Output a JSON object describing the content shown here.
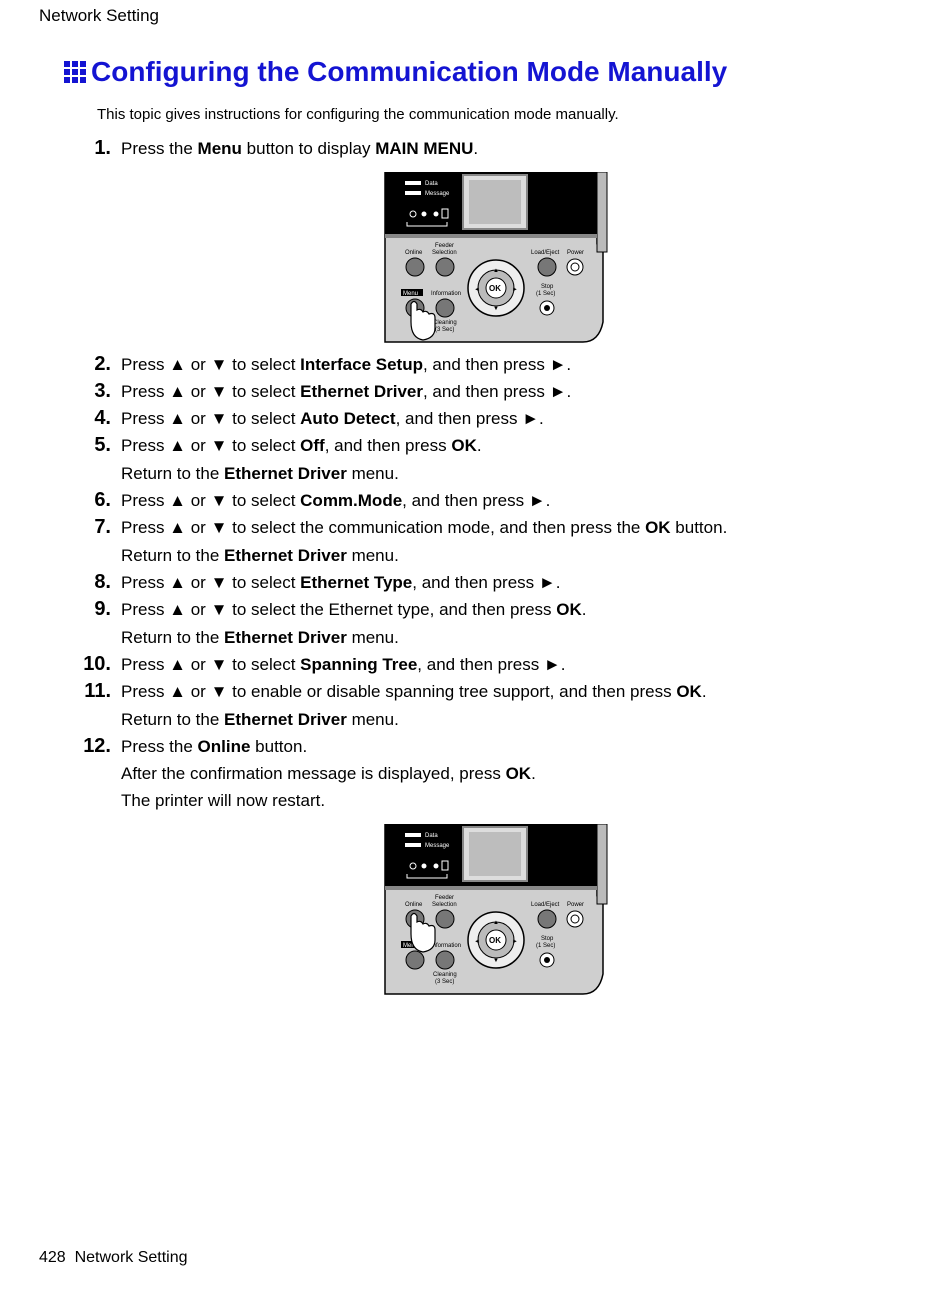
{
  "header": {
    "section": "Network Setting"
  },
  "title": "Configuring the Communication Mode Manually",
  "intro": "This topic gives instructions for configuring the communication mode manually.",
  "steps": [
    {
      "num": "1.",
      "parts": [
        "Press the ",
        "Menu",
        " button to display ",
        "MAIN MENU",
        "."
      ]
    },
    {
      "num": "2.",
      "parts": [
        "Press ▲ or ▼ to select ",
        "Interface Setup",
        ", and then press ►."
      ]
    },
    {
      "num": "3.",
      "parts": [
        "Press ▲ or ▼ to select ",
        "Ethernet Driver",
        ", and then press ►."
      ]
    },
    {
      "num": "4.",
      "parts": [
        "Press ▲ or ▼ to select ",
        "Auto Detect",
        ", and then press ►."
      ]
    },
    {
      "num": "5.",
      "parts": [
        "Press ▲ or ▼ to select ",
        "Off",
        ", and then press ",
        "OK",
        "."
      ]
    },
    {
      "num": "6.",
      "parts": [
        "Press ▲ or ▼ to select ",
        "Comm.Mode",
        ", and then press ►."
      ]
    },
    {
      "num": "7.",
      "parts": [
        "Press ▲ or ▼ to select the communication mode, and then press the ",
        "OK",
        " button."
      ]
    },
    {
      "num": "8.",
      "parts": [
        "Press ▲ or ▼ to select ",
        "Ethernet Type",
        ", and then press ►."
      ]
    },
    {
      "num": "9.",
      "parts": [
        "Press ▲ or ▼ to select the Ethernet type, and then press ",
        "OK",
        "."
      ]
    },
    {
      "num": "10.",
      "parts": [
        "Press ▲ or ▼ to select ",
        "Spanning Tree",
        ", and then press ►."
      ]
    },
    {
      "num": "11.",
      "parts": [
        "Press ▲ or ▼ to enable or disable spanning tree support, and then press ",
        "OK",
        "."
      ]
    },
    {
      "num": "12.",
      "parts": [
        "Press the ",
        "Online",
        " button."
      ]
    }
  ],
  "notes": {
    "return_a": [
      "Return to the ",
      "Ethernet Driver",
      " menu."
    ],
    "return_b": [
      "Return to the ",
      "Ethernet Driver",
      " menu."
    ],
    "return_c": [
      "Return to the ",
      "Ethernet Driver",
      " menu."
    ],
    "return_d": [
      "Return to the ",
      "Ethernet Driver",
      " menu."
    ],
    "confirm": [
      "After the confirmation message is displayed, press ",
      "OK",
      "."
    ],
    "restart": "The printer will now restart."
  },
  "panel": {
    "data": "Data",
    "message": "Message",
    "online": "Online",
    "feeder_line1": "Feeder",
    "feeder_line2": "Selection",
    "load_eject": "Load/Eject",
    "power": "Power",
    "menu": "Menu",
    "information": "Information",
    "ok": "OK",
    "stop_line1": "Stop",
    "stop_line2": "(1 Sec)",
    "cleaning_line1": "Cleaning",
    "cleaning_line2": "(3 Sec)"
  },
  "footer": {
    "page": "428",
    "section": "Network Setting"
  }
}
